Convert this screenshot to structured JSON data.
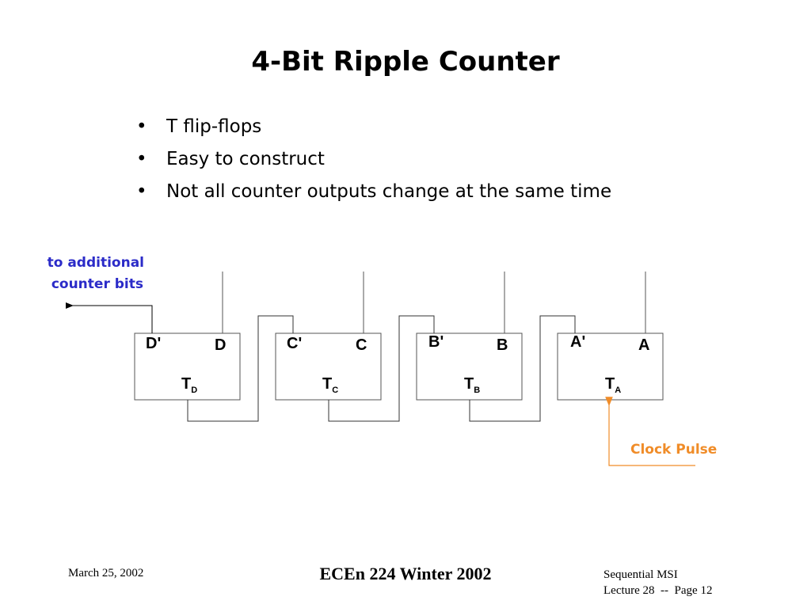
{
  "slide": {
    "title": "4-Bit Ripple Counter",
    "bullets": [
      "T flip-flops",
      "Easy to construct",
      "Not all counter outputs change at the same time"
    ]
  },
  "diagram": {
    "flipflops": [
      {
        "id": "D",
        "q": "D",
        "q_bar": "D'",
        "t": "T",
        "t_sub": "D"
      },
      {
        "id": "C",
        "q": "C",
        "q_bar": "C'",
        "t": "T",
        "t_sub": "C"
      },
      {
        "id": "B",
        "q": "B",
        "q_bar": "B'",
        "t": "T",
        "t_sub": "B"
      },
      {
        "id": "A",
        "q": "A",
        "q_bar": "A'",
        "t": "T",
        "t_sub": "A"
      }
    ],
    "additional_label_line1": "to additional",
    "additional_label_line2": "counter bits",
    "clock_label": "Clock Pulse",
    "colors": {
      "label_blue": "#2b2bc8",
      "clock_orange": "#f08c28",
      "line": "#000000"
    }
  },
  "footer": {
    "date": "March 25, 2002",
    "course": "ECEn 224 Winter 2002",
    "topic_line1": "Sequential MSI",
    "topic_line2": "Lecture 28  --  Page 12"
  }
}
